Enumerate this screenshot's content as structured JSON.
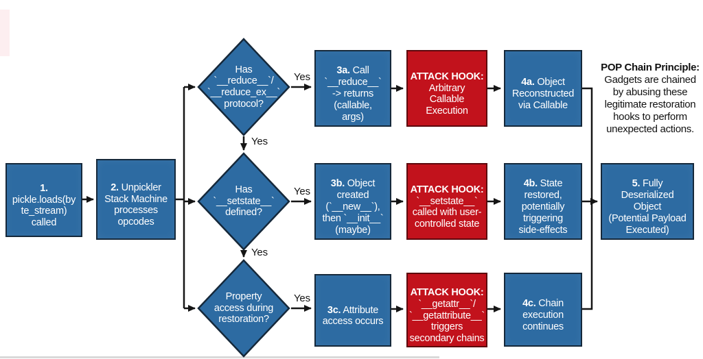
{
  "title": "Pickle deserialization POP chain flow",
  "colors": {
    "box_blue": "#2d6ba2",
    "box_blue_border": "#15283a",
    "attack_red": "#c2121c",
    "attack_red_border": "#5c070c",
    "arrow_black": "#151515",
    "text_white": "#ffffff",
    "note_black": "#111111"
  },
  "connectors": {
    "yes": "Yes"
  },
  "nodes": {
    "b1": {
      "num": "1.",
      "text": "\npickle.loads(by\nte_stream)\ncalled"
    },
    "b2": {
      "num": "2.",
      "text": " Unpickler\nStack Machine\nprocesses\nopcodes"
    },
    "d1": {
      "text": "Has\n`__reduce__`/\n`__reduce_ex__`\nprotocol?"
    },
    "d2": {
      "text": "Has\n`__setstate__`\ndefined?"
    },
    "d3": {
      "text": "Property\naccess during\nrestoration?"
    },
    "b3a": {
      "num": "3a.",
      "text": " Call\n`__reduce__`\n-> returns\n(callable,\nargs)"
    },
    "b3b": {
      "num": "3b.",
      "text": " Object\ncreated\n(`__new__`),\nthen `__init__`\n(maybe)"
    },
    "b3c": {
      "num": "3c.",
      "text": " Attribute\naccess occurs"
    },
    "r1": {
      "head": "ATTACK HOOK:",
      "text": "\nArbitrary\nCallable\nExecution"
    },
    "r2": {
      "head": "ATTACK HOOK:",
      "text": "\n`__setstate__`\ncalled with user-\ncontrolled state"
    },
    "r3": {
      "head": "ATTACK HOOK:",
      "text": "\n`__getattr__`/\n`__getattribute__`\ntriggers\nsecondary chains"
    },
    "b4a": {
      "num": "4a.",
      "text": " Object\nReconstructed\nvia Callable"
    },
    "b4b": {
      "num": "4b.",
      "text": " State\nrestored,\npotentially\ntriggering\nside-effects"
    },
    "b4c": {
      "num": "4c.",
      "text": " Chain\nexecution\ncontinues"
    },
    "b5": {
      "num": "5.",
      "text": " Fully\nDeserialized\nObject\n(Potential Payload\nExecuted)"
    },
    "principle": {
      "head": "POP Chain Principle:",
      "text": "\nGadgets are chained\nby abusing these\nlegitimate restoration\nhooks to perform\nunexpected actions."
    }
  }
}
